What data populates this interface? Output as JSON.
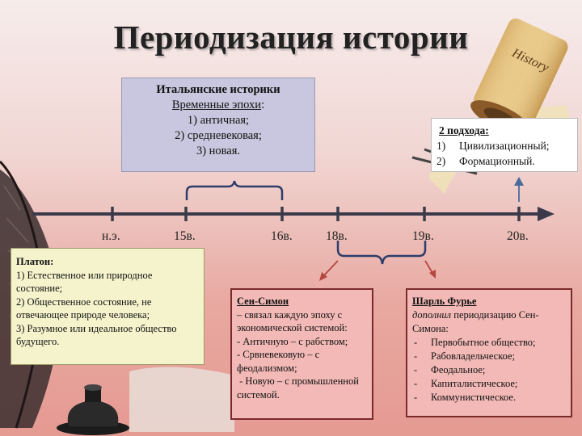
{
  "title": "Периодизация истории",
  "scroll_label": "History",
  "timeline": {
    "ticks": [
      "н.э.",
      "15в.",
      "16в.",
      "18в.",
      "19в.",
      "20в."
    ]
  },
  "italian_box": {
    "heading": "Итальянские историки",
    "subheading": "Временные эпохи",
    "subheading_suffix": ":",
    "items": [
      "1) античная;",
      "2) средневековая;",
      "3) новая."
    ]
  },
  "approaches_box": {
    "heading": "2 подхода:",
    "items": [
      {
        "num": "1)",
        "text": "Цивилизационный;"
      },
      {
        "num": "2)",
        "text": "Формационный."
      }
    ]
  },
  "plato_box": {
    "heading": "Платон:",
    "lines": [
      "1) Естественное или природное состояние;",
      "2) Общественное состояние, не отвечающее природе человека;",
      "3) Разумное или идеальное общество будущего."
    ]
  },
  "simon_box": {
    "heading": "Сен-Симон",
    "lines": [
      "– связал каждую эпоху с экономической системой:",
      "- Античную – с рабством;",
      "- Срвневековую – с феодализмом;",
      " - Новую – с промышленной системой."
    ]
  },
  "fourier_box": {
    "heading": "Шарль Фурье",
    "intro_italic": "дополнил",
    "intro_rest": " периодизацию Сен-Симона:",
    "items": [
      "Первобытное общество;",
      "Рабовладельческое;",
      "Феодальное;",
      "Капиталистическое;",
      "Коммунистическое."
    ]
  },
  "colors": {
    "title": "#222222",
    "timeline": "#3a3a4a",
    "brace": "#2e3d6b",
    "arrow_red": "#b5473f",
    "arrow_blue": "#4a6a9a"
  },
  "icons": [
    "quill-icon",
    "inkwell-icon",
    "history-scroll-icon",
    "paper-scroll-icon"
  ]
}
